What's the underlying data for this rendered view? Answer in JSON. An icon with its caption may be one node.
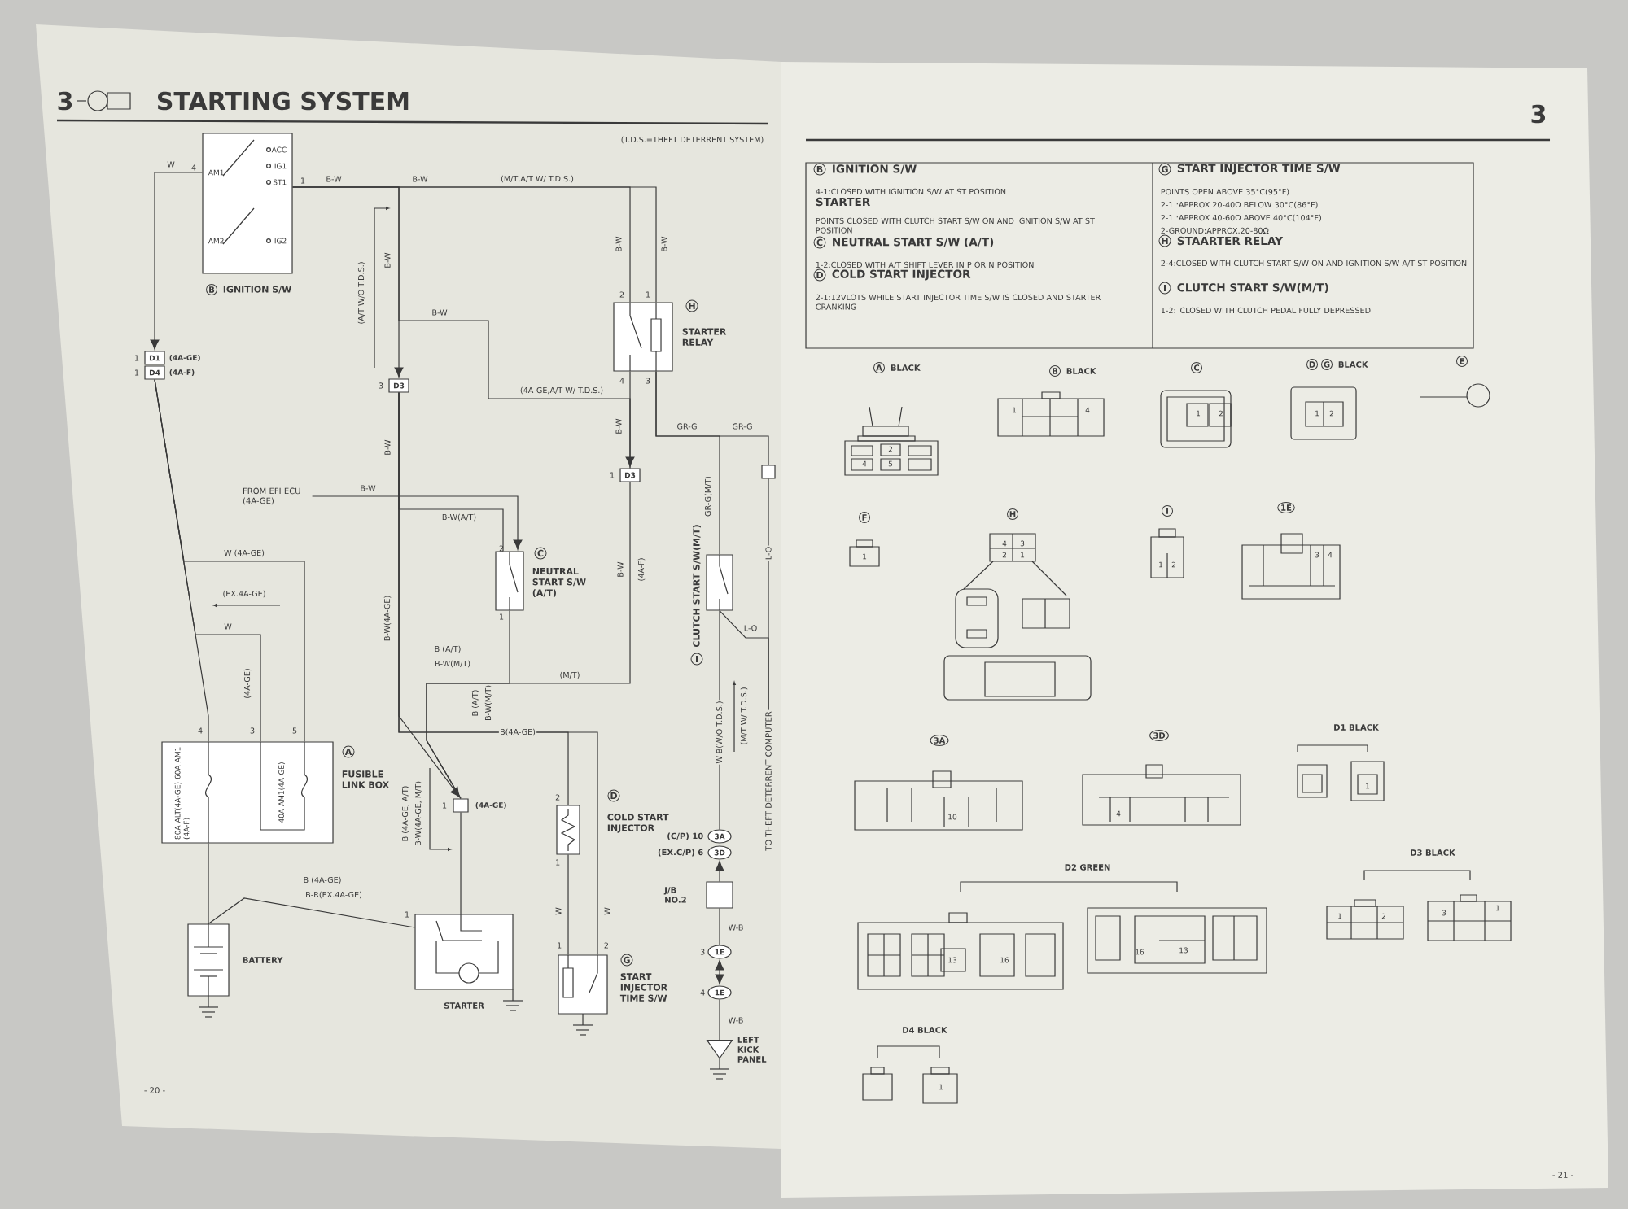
{
  "diagram": {
    "title": "STARTING SYSTEM",
    "nodes": [
      {
        "text": [
          "ACC",
          "IG1",
          "ST1",
          "AM1",
          "AM2",
          "IG2"
        ],
        "beside": [
          "B",
          "IGNITION S/W"
        ]
      },
      {
        "text": [],
        "shape": "box",
        "beside": [
          "H",
          "STARTER RELAY"
        ]
      },
      {
        "text": [
          "D1"
        ],
        "beside": [
          "(4A-GE)"
        ]
      },
      {
        "text": [
          "D4"
        ],
        "beside": [
          "(4A-F)"
        ]
      },
      {
        "text": [
          "D3"
        ]
      },
      {
        "text": [
          "D3"
        ]
      },
      {
        "text": [],
        "shape": "box"
      },
      {
        "text": [],
        "shape": "box",
        "beside": [
          "C",
          "NEUTRAL START S/W (A/T)"
        ]
      },
      {
        "text": [],
        "shape": "box",
        "beside": [
          "CLUTCH START S/W(M/T)",
          "I"
        ]
      },
      {
        "text": [
          "80A ALT(4A-GE) 60A AM1 (4A-F)",
          "40A AM1(4A-GE)"
        ],
        "beside": [
          "A",
          "FUSIBLE LINK BOX"
        ]
      },
      {
        "text": [],
        "shape": "box",
        "beside": [
          "BATTERY"
        ]
      },
      {
        "text": [],
        "shape": "box",
        "beside": [
          "STARTER"
        ]
      },
      {
        "text": [],
        "shape": "box",
        "beside": [
          "(4A-GE)"
        ]
      },
      {
        "text": [],
        "shape": "box",
        "beside": [
          "D",
          "COLD START INJECTOR"
        ]
      },
      {
        "text": [],
        "shape": "box",
        "beside": [
          "G",
          "START INJECTOR TIME S/W"
        ]
      },
      {
        "text": [
          "3A"
        ],
        "beside": [
          "(C/P) 10"
        ]
      },
      {
        "text": [
          "3D"
        ],
        "beside": [
          "(EX.C/P) 6"
        ]
      },
      {
        "text": [],
        "shape": "box",
        "beside": [
          "J/B NO.2"
        ]
      },
      {
        "text": [
          "1E"
        ]
      },
      {
        "text": [
          "1E"
        ]
      },
      {
        "text": [],
        "shape": "triangle",
        "beside": [
          "LEFT KICK PANEL"
        ]
      },
      {
        "text": [
          "FROM EFI ECU (4A-GE)"
        ]
      },
      {
        "text": [
          "TO THEFT DETERRENT COMPUTER"
        ]
      }
    ],
    "edges": [
      {
        "from": 0,
        "to": 2,
        "arrow": "to",
        "label": "W"
      },
      {
        "from": 0,
        "to": 1,
        "arrow": "none",
        "label": "(M/T,A/T W/ T.D.S.)"
      },
      {
        "from": 0,
        "to": 4,
        "arrow": "to",
        "label": "B-W"
      },
      {
        "from": 0,
        "to": 1,
        "arrow": "none"
      },
      {
        "from": 0,
        "to": 5,
        "arrow": "none",
        "label": "(4A-GE,A/T W/ T.D.S.)"
      },
      {
        "from": 1,
        "to": 5,
        "arrow": "to"
      },
      {
        "from": 1,
        "to": 8,
        "arrow": "none",
        "label": "GR-G"
      },
      {
        "from": 1,
        "to": 6,
        "arrow": "none",
        "label": "GR-G"
      },
      {
        "from": 4,
        "to": 7,
        "arrow": "none",
        "label": "B-W(A/T)"
      },
      {
        "from": 21,
        "to": 7,
        "arrow": "to",
        "label": "B-W"
      },
      {
        "from": 4,
        "to": 12,
        "arrow": "to",
        "label": "B-W(4A-GE)"
      },
      {
        "from": 12,
        "to": 11,
        "arrow": "none"
      },
      {
        "from": 4,
        "to": 13,
        "arrow": "none",
        "label": "B(4A-GE)"
      },
      {
        "from": 7,
        "to": 12,
        "arrow": "none"
      },
      {
        "from": 5,
        "to": 12,
        "arrow": "none",
        "label": "(M/T)"
      },
      {
        "from": 13,
        "to": 14,
        "arrow": "none"
      },
      {
        "from": 4,
        "to": 14,
        "arrow": "none"
      },
      {
        "from": 3,
        "to": 9,
        "arrow": "none"
      },
      {
        "from": 3,
        "to": 9,
        "arrow": "none",
        "label": "W"
      },
      {
        "from": 3,
        "to": 9,
        "arrow": "none",
        "label": "W (4A-GE)"
      },
      {
        "from": 9,
        "to": 10,
        "arrow": "none"
      },
      {
        "from": 10,
        "to": 11,
        "arrow": "none",
        "label": "B (4A-GE)"
      },
      {
        "from": 8,
        "to": 15,
        "arrow": "none",
        "label": "W-B(W/O T.D.S.)"
      },
      {
        "from": 8,
        "to": 22,
        "arrow": "none",
        "label": "L-O"
      },
      {
        "from": 6,
        "to": 22,
        "arrow": "none",
        "label": "L-O"
      },
      {
        "from": 17,
        "to": 16,
        "arrow": "to"
      },
      {
        "from": 17,
        "to": 18,
        "arrow": "none",
        "label": "W-B"
      },
      {
        "from": 18,
        "to": 19,
        "arrow": "both"
      },
      {
        "from": 19,
        "to": 20,
        "arrow": "none",
        "label": "W-B"
      }
    ],
    "labels": [
      "3",
      "(T.D.S.=THEFT DETERRENT SYSTEM)",
      "4",
      "1",
      "B-W",
      "B-W",
      "(A/T W/O T.D.S.)",
      "B-W",
      "B-W",
      "B-W",
      "B-W",
      "2",
      "1",
      "4",
      "3",
      "B-W",
      "GR-G(M/T)",
      "3",
      "1",
      "2",
      "1",
      "B-W",
      "(4A-F)",
      "B (A/T)",
      "B-W(M/T)",
      "1",
      "1",
      "(EX.4A-GE)",
      "(4A-GE)",
      "4",
      "3",
      "5",
      "B (4A-GE, A/T)",
      "B-W(4A-GE, M/T)",
      "B (A/T)",
      "B-W(M/T)",
      "1",
      "B-R(EX.4A-GE)",
      "1",
      "2",
      "1",
      "1",
      "2",
      "W",
      "W",
      "3",
      "4",
      "(M/T W/ T.D.S.)",
      "- 20 -",
      "3",
      "B",
      "IGNITION S/W",
      "4-1:CLOSED WITH IGNITION S/W AT ST POSITION",
      "STARTER",
      "POINTS CLOSED WITH CLUTCH START S/W ON AND IGNITION S/W AT ST POSITION",
      "C",
      "NEUTRAL START S/W (A/T)",
      "1-2:CLOSED WITH A/T SHIFT LEVER IN P OR N POSITION",
      "D",
      "COLD START INJECTOR",
      "2-1:12VLOTS WHILE START INJECTOR TIME S/W IS CLOSED AND STARTER CRANKING",
      "G",
      "START INJECTOR TIME S/W",
      "POINTS OPEN ABOVE 35°C(95°F)",
      "2-1 :APPROX.20-40Ω BELOW 30°C(86°F)",
      "2-1 :APPROX.40-60Ω ABOVE 40°C(104°F)",
      "2-GROUND:APPROX.20-80Ω",
      "H",
      "STAARTER RELAY",
      "2-4:CLOSED WITH CLUTCH START S/W ON AND IGNITION S/W A/T ST POSITION",
      "I",
      "CLUTCH START S/W(M/T)",
      "1-2: CLOSED WITH CLUTCH PEDAL FULLY DEPRESSED",
      "A",
      "BLACK",
      "B",
      "BLACK",
      "C",
      "D",
      "G",
      "BLACK",
      "E",
      "F",
      "H",
      "I",
      "1E",
      "3A",
      "3D",
      "D1 BLACK",
      "D2 GREEN",
      "D3 BLACK",
      "D4 BLACK",
      "2",
      "4",
      "5",
      "1",
      "4",
      "1",
      "2",
      "1",
      "2",
      "1",
      "4",
      "3",
      "2",
      "1",
      "1",
      "2",
      "3",
      "4",
      "10",
      "4",
      "1",
      "13",
      "16",
      "16",
      "13",
      "1",
      "2",
      "3",
      "1",
      "1",
      "- 21 -"
    ]
  }
}
